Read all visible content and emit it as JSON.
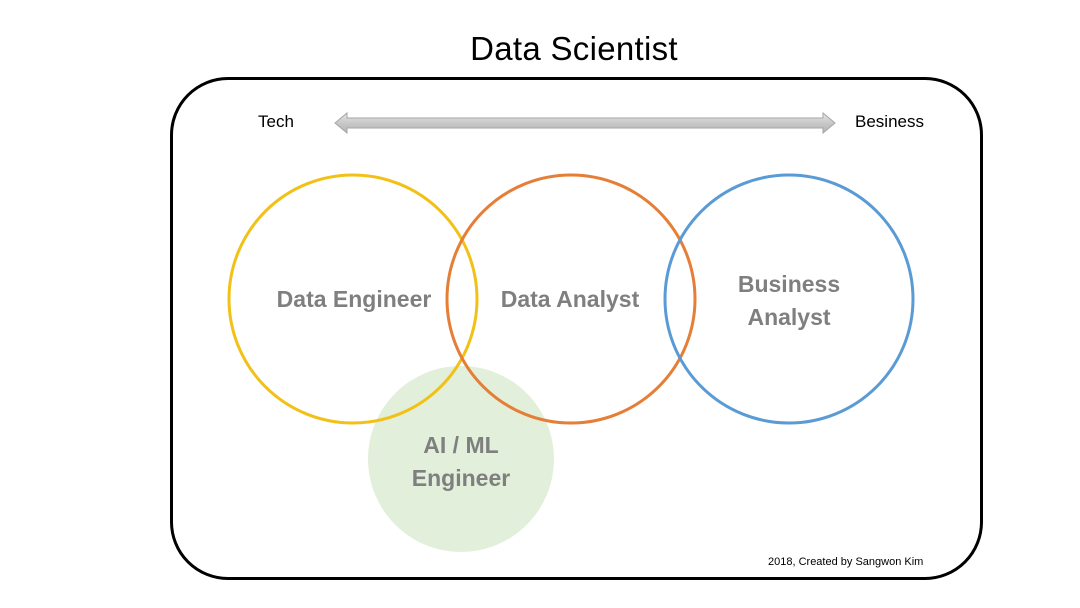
{
  "title": "Data Scientist",
  "axis": {
    "left_label": "Tech",
    "right_label": "Besiness"
  },
  "circles": [
    {
      "id": "data-engineer",
      "label": "Data Engineer",
      "color": "#f2c118",
      "style": "outline"
    },
    {
      "id": "data-analyst",
      "label": "Data Analyst",
      "color": "#e57e36",
      "style": "outline"
    },
    {
      "id": "business-analyst",
      "label": "Business\nAnalyst",
      "color": "#5b9bd5",
      "style": "outline"
    },
    {
      "id": "ai-ml-engineer",
      "label": "AI / ML\nEngineer",
      "color": "#e2efda",
      "style": "filled"
    }
  ],
  "label_color": "#7f7f7f",
  "credit": "2018, Created by Sangwon Kim"
}
